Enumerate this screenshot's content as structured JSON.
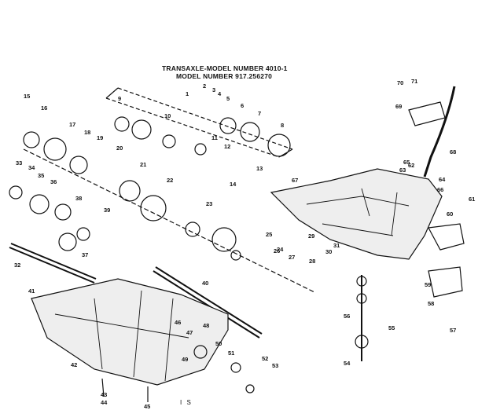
{
  "title": {
    "line1": "TRANSAXLE-MODEL NUMBER 4010-1",
    "line2": "MODEL NUMBER 917.256270"
  },
  "footer_mark": "I S",
  "colors": {
    "ink": "#111111",
    "paper": "#ffffff"
  },
  "callouts": [
    "1",
    "2",
    "3",
    "4",
    "5",
    "6",
    "7",
    "8",
    "9",
    "10",
    "11",
    "12",
    "13",
    "14",
    "15",
    "16",
    "17",
    "18",
    "19",
    "20",
    "21",
    "22",
    "23",
    "24",
    "25",
    "26",
    "27",
    "28",
    "29",
    "30",
    "31",
    "32",
    "33",
    "34",
    "35",
    "36",
    "37",
    "38",
    "39",
    "40",
    "41",
    "42",
    "43",
    "44",
    "45",
    "46",
    "47",
    "48",
    "49",
    "50",
    "51",
    "52",
    "53",
    "54",
    "55",
    "56",
    "57",
    "58",
    "59",
    "60",
    "61",
    "62",
    "63",
    "64",
    "65",
    "66",
    "67",
    "68",
    "69",
    "70",
    "71"
  ]
}
